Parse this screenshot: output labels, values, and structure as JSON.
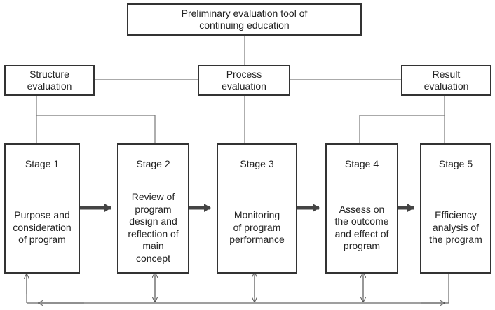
{
  "title": "Preliminary  evaluation  tool of\ncontinuing education",
  "categories": [
    {
      "id": "structure",
      "label": "Structure\nevaluation"
    },
    {
      "id": "process",
      "label": "Process\nevaluation"
    },
    {
      "id": "result",
      "label": "Result\nevaluation"
    }
  ],
  "stages": [
    {
      "label": "Stage 1",
      "text": "Purpose and\nconsideration\nof program"
    },
    {
      "label": "Stage 2",
      "text": "Review of\nprogram\ndesign and\nreflection of\nmain\nconcept"
    },
    {
      "label": "Stage 3",
      "text": "Monitoring\nof program\nperformance"
    },
    {
      "label": "Stage 4",
      "text": "Assess on\nthe outcome\nand effect of\nprogram"
    },
    {
      "label": "Stage 5",
      "text": "Efficiency\nanalysis of\nthe program"
    }
  ]
}
